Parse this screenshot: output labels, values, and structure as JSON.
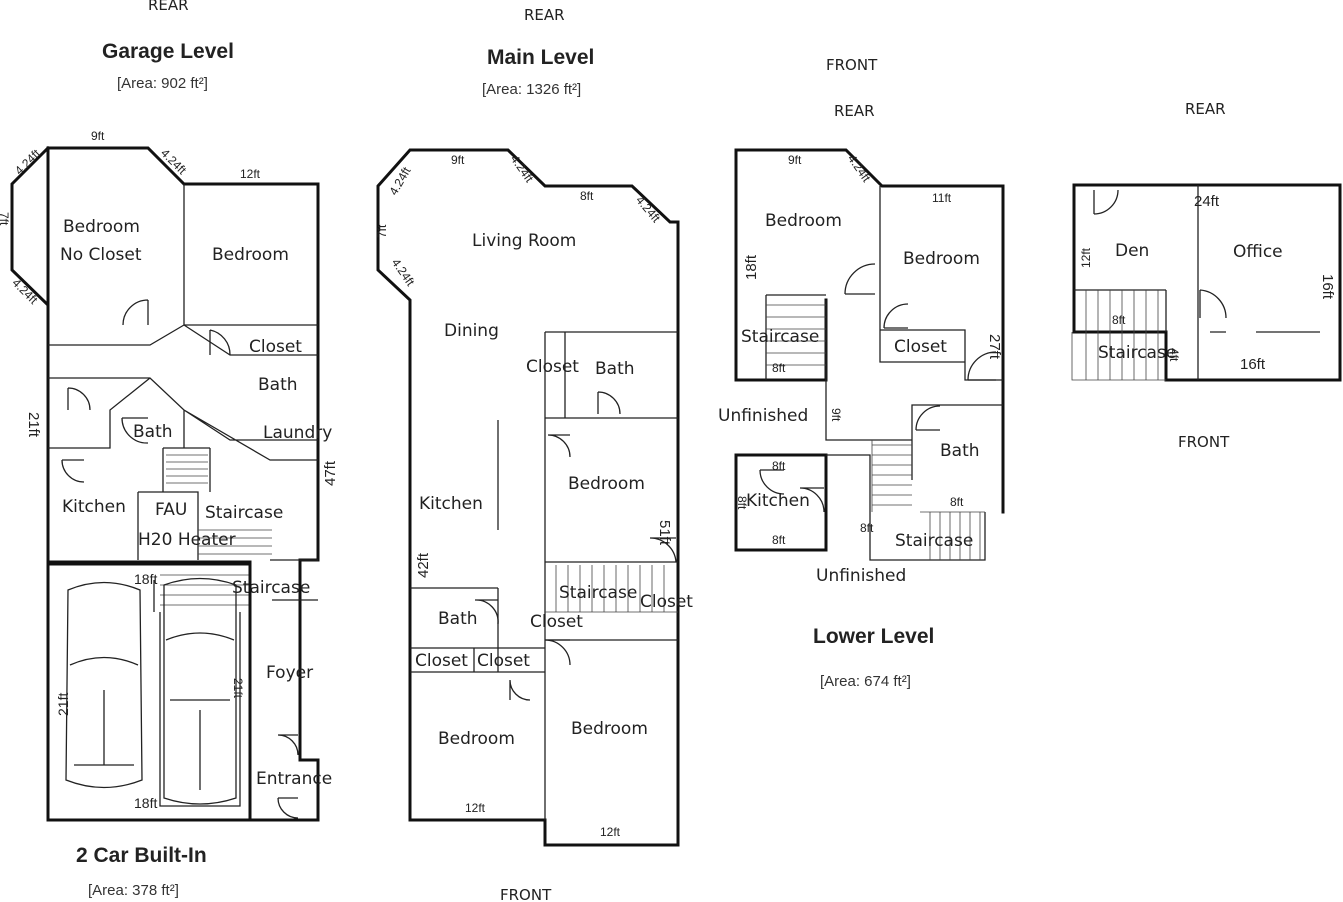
{
  "garage": {
    "rear": "REAR",
    "title": "Garage Level",
    "area": "[Area: 902 ft²]",
    "rooms": {
      "bedroom1": "Bedroom",
      "noCloset": "No Closet",
      "bedroom2": "Bedroom",
      "closet": "Closet",
      "bath1": "Bath",
      "bath2": "Bath",
      "laundry": "Laundry",
      "kitchen": "Kitchen",
      "fau": "FAU",
      "h2o": "H20 Heater",
      "staircase1": "Staircase",
      "staircase2": "Staircase",
      "foyer": "Foyer",
      "entrance": "Entrance"
    },
    "dims": {
      "d9": "9ft",
      "d424a": "4.24ft",
      "d424b": "4.24ft",
      "d424c": "4.24ft",
      "d12": "12ft",
      "d7": "7ft",
      "d21": "21ft",
      "d47": "47ft"
    },
    "carport": {
      "title": "2 Car Built-In",
      "area": "[Area: 378 ft²]",
      "d18a": "18ft",
      "d18b": "18ft",
      "d21": "21ft",
      "d21b": "21ft"
    }
  },
  "main": {
    "rear": "REAR",
    "title": "Main Level",
    "area": "[Area: 1326 ft²]",
    "front": "FRONT",
    "rooms": {
      "living": "Living Room",
      "dining": "Dining",
      "closet1": "Closet",
      "bath1": "Bath",
      "bedroom1": "Bedroom",
      "kitchen": "Kitchen",
      "staircase": "Staircase",
      "closet2": "Closet",
      "closet3": "Closet",
      "bath2": "Bath",
      "closet4": "Closet",
      "closet5": "Closet",
      "bedroom2": "Bedroom",
      "bedroom3": "Bedroom"
    },
    "dims": {
      "d9": "9ft",
      "d424a": "4.24ft",
      "d424b": "4.24ft",
      "d424c": "4.24ft",
      "d424d": "4.24ft",
      "d8": "8ft",
      "d7": "7ft",
      "d42": "42ft",
      "d51": "51ft",
      "d12a": "12ft",
      "d12b": "12ft"
    }
  },
  "lower": {
    "front": "FRONT",
    "rear": "REAR",
    "title": "Lower Level",
    "area": "[Area: 674 ft²]",
    "rooms": {
      "bedroom1": "Bedroom",
      "bedroom2": "Bedroom",
      "staircase1": "Staircase",
      "closet": "Closet",
      "unfinished1": "Unfinished",
      "bath": "Bath",
      "kitchen": "Kitchen",
      "staircase2": "Staircase",
      "unfinished2": "Unfinished"
    },
    "dims": {
      "d9": "9ft",
      "d424": "4.24ft",
      "d11": "11ft",
      "d18": "18ft",
      "d27": "27ft",
      "d8a": "8ft",
      "d8b": "8ft",
      "d8c": "8ft",
      "d8d": "8ft",
      "d8e": "8ft",
      "d8f": "8ft",
      "d9b": "9ft"
    }
  },
  "upper": {
    "rear": "REAR",
    "front": "FRONT",
    "rooms": {
      "den": "Den",
      "office": "Office",
      "staircase": "Staircase"
    },
    "dims": {
      "d24": "24ft",
      "d12": "12ft",
      "d16a": "16ft",
      "d16b": "16ft",
      "d8": "8ft",
      "d4": "4ft"
    }
  }
}
